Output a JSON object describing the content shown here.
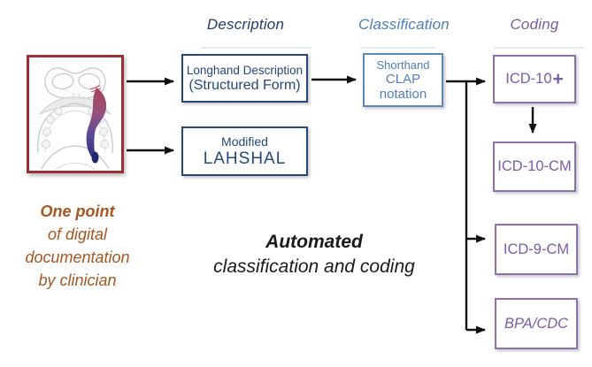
{
  "headers": {
    "description": {
      "label": "Description",
      "color": "#1f3d6e"
    },
    "classification": {
      "label": "Classification",
      "color": "#4a7ebb"
    },
    "coding": {
      "label": "Coding",
      "color": "#7b5ba3"
    }
  },
  "figure": {
    "name": "cleft-palate-drawing",
    "border_color": "#9c2f33"
  },
  "boxes": {
    "longhand": {
      "line1": "Longhand Description",
      "line2": "(Structured Form)",
      "accent": "#24487e"
    },
    "lahshal": {
      "line1": "Modified",
      "line2": "LAHSHAL",
      "accent": "#24487e"
    },
    "clap": {
      "line1": "Shorthand",
      "line2": "CLAP",
      "line3": "notation",
      "accent": "#5b87c5"
    },
    "icd10plus": {
      "label": "ICD-10",
      "plus": "+",
      "accent": "#7c5ba8"
    },
    "icd10cm": {
      "label": "ICD-10-CM",
      "accent": "#7c5ba8"
    },
    "icd9cm": {
      "label": "ICD-9-CM",
      "accent": "#7c5ba8"
    },
    "bpacdc": {
      "label": "BPA/CDC",
      "accent": "#7c5ba8"
    }
  },
  "captions": {
    "clinician": {
      "line1": "One point",
      "line2": "of digital",
      "line3": "documentation",
      "line4": "by clinician",
      "color": "#a9551e"
    },
    "automated": {
      "line1": "Automated",
      "line2": "classification and coding",
      "color": "#1a1a1a"
    }
  },
  "palette": {
    "arrow": "#111111",
    "dark_blue": "#24487e",
    "light_blue": "#5b87c5",
    "purple": "#8e6fb2",
    "red_frame": "#9c2f33",
    "orange_caption": "#a9551e"
  }
}
